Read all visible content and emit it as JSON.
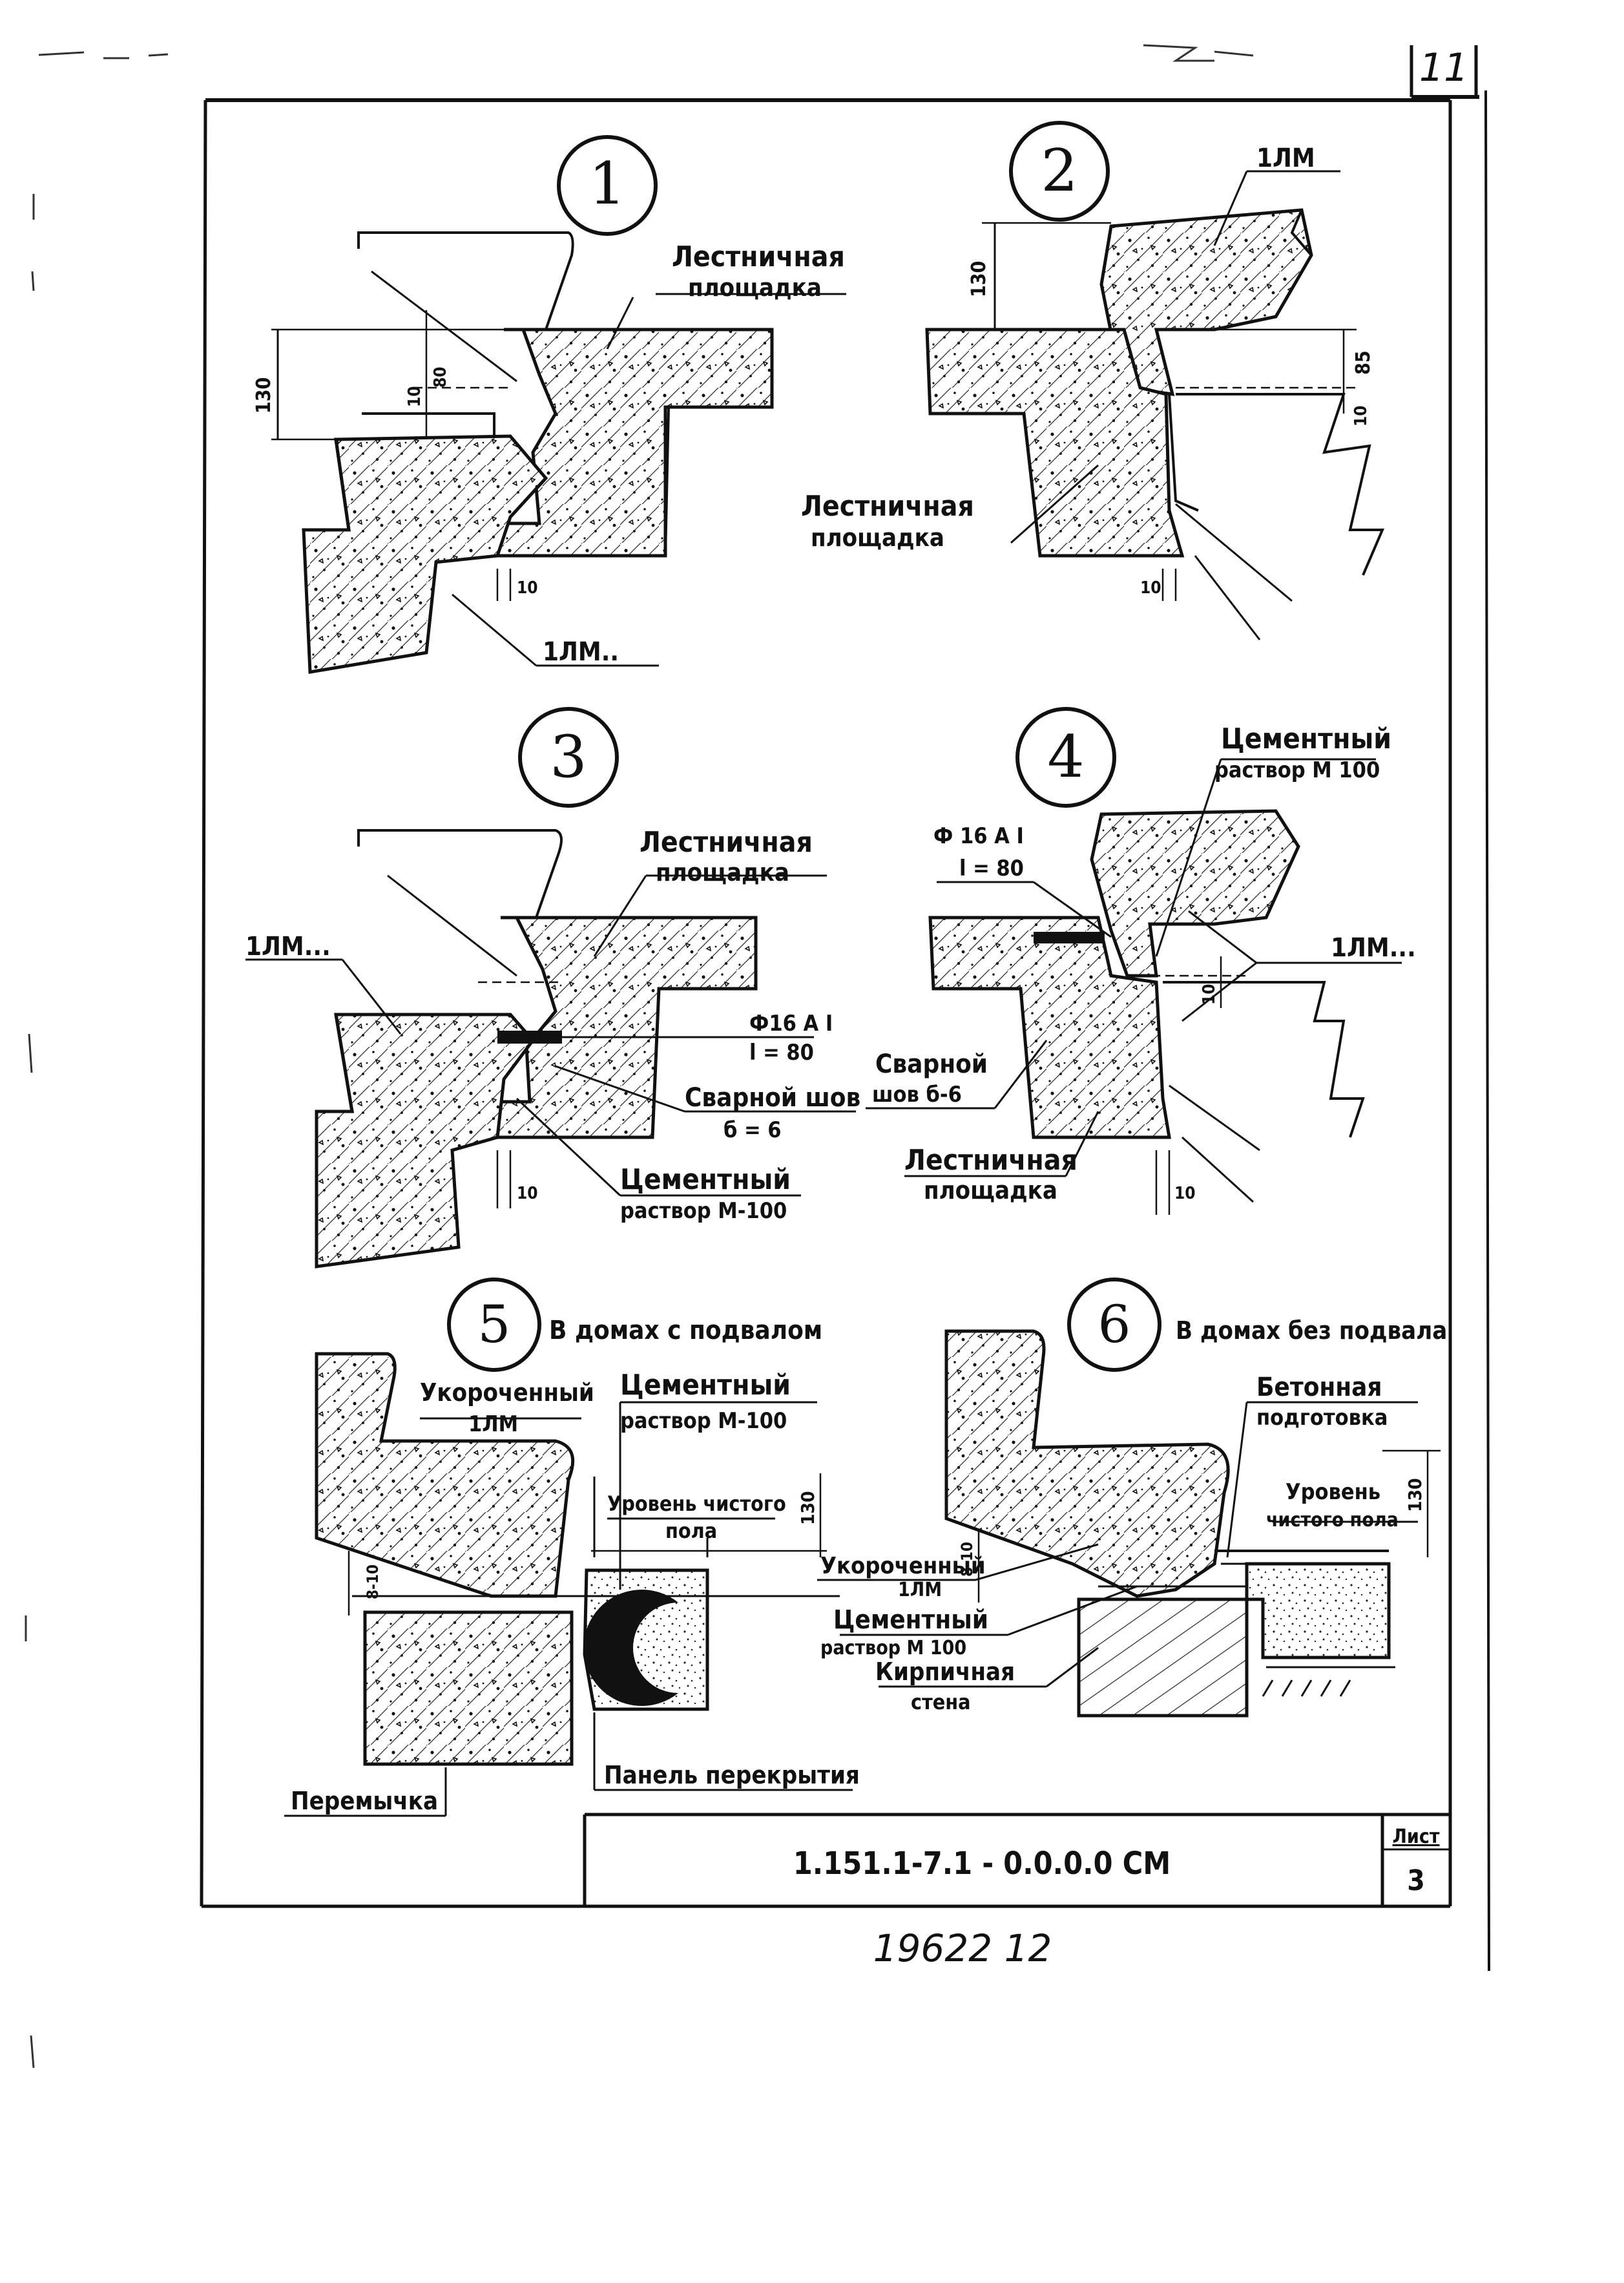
{
  "sheet_corner": "11",
  "details": [
    {
      "number": "1",
      "labels": {
        "landing": [
          "Лестничная",
          "площадка"
        ],
        "march": "1ЛМ..",
        "dim_130": "130",
        "dim_80": "80",
        "dim_10a": "10",
        "dim_10b": "10"
      }
    },
    {
      "number": "2",
      "labels": {
        "march": "1ЛМ",
        "landing": [
          "Лестничная",
          "площадка"
        ],
        "dim_130": "130",
        "dim_85": "85",
        "dim_10a": "10",
        "dim_10b": "10"
      }
    },
    {
      "number": "3",
      "labels": {
        "march": "1ЛМ...",
        "landing": [
          "Лестничная",
          "площадка"
        ],
        "rebar": [
          "Ф16 А I",
          "l = 80"
        ],
        "weld": [
          "Сварной шов",
          "б = 6"
        ],
        "mortar": [
          "Цементный",
          "раствор М-100"
        ],
        "dim_10": "10"
      }
    },
    {
      "number": "4",
      "labels": {
        "mortar": [
          "Цементный",
          "раствор М 100"
        ],
        "rebar": [
          "Ф 16 А I",
          "l = 80"
        ],
        "march": "1ЛМ...",
        "weld": [
          "Сварной",
          "шов б-6"
        ],
        "landing": [
          "Лестничная",
          "площадка"
        ],
        "dim_10a": "10",
        "dim_10b": "10"
      }
    },
    {
      "number": "5",
      "caption": "В домах с подвалом",
      "labels": {
        "short_march": [
          "Укороченный",
          "1ЛМ"
        ],
        "mortar": [
          "Цементный",
          "раствор М-100"
        ],
        "floor_level": [
          "Уровень чистого",
          "пола"
        ],
        "dim_130": "130",
        "dim_8_10": "8-10",
        "lintel": "Перемычка",
        "slab": "Панель перекрытия"
      }
    },
    {
      "number": "6",
      "caption": "В домах без подвала",
      "labels": {
        "concrete_prep": [
          "Бетонная",
          "подготовка"
        ],
        "floor_level": [
          "Уровень",
          "чистого пола"
        ],
        "dim_130": "130",
        "dim_8_10": "8-10",
        "short_march": [
          "Укороченный",
          "1ЛМ"
        ],
        "mortar": [
          "Цементный",
          "раствор М 100"
        ],
        "brick_wall": [
          "Кирпичная",
          "стена"
        ]
      }
    }
  ],
  "title_block": {
    "code": "1.151.1-7.1 - 0.0.0.0 СМ",
    "sheet_label": "Лист",
    "sheet_number": "3"
  },
  "footer_number": "19622 12"
}
